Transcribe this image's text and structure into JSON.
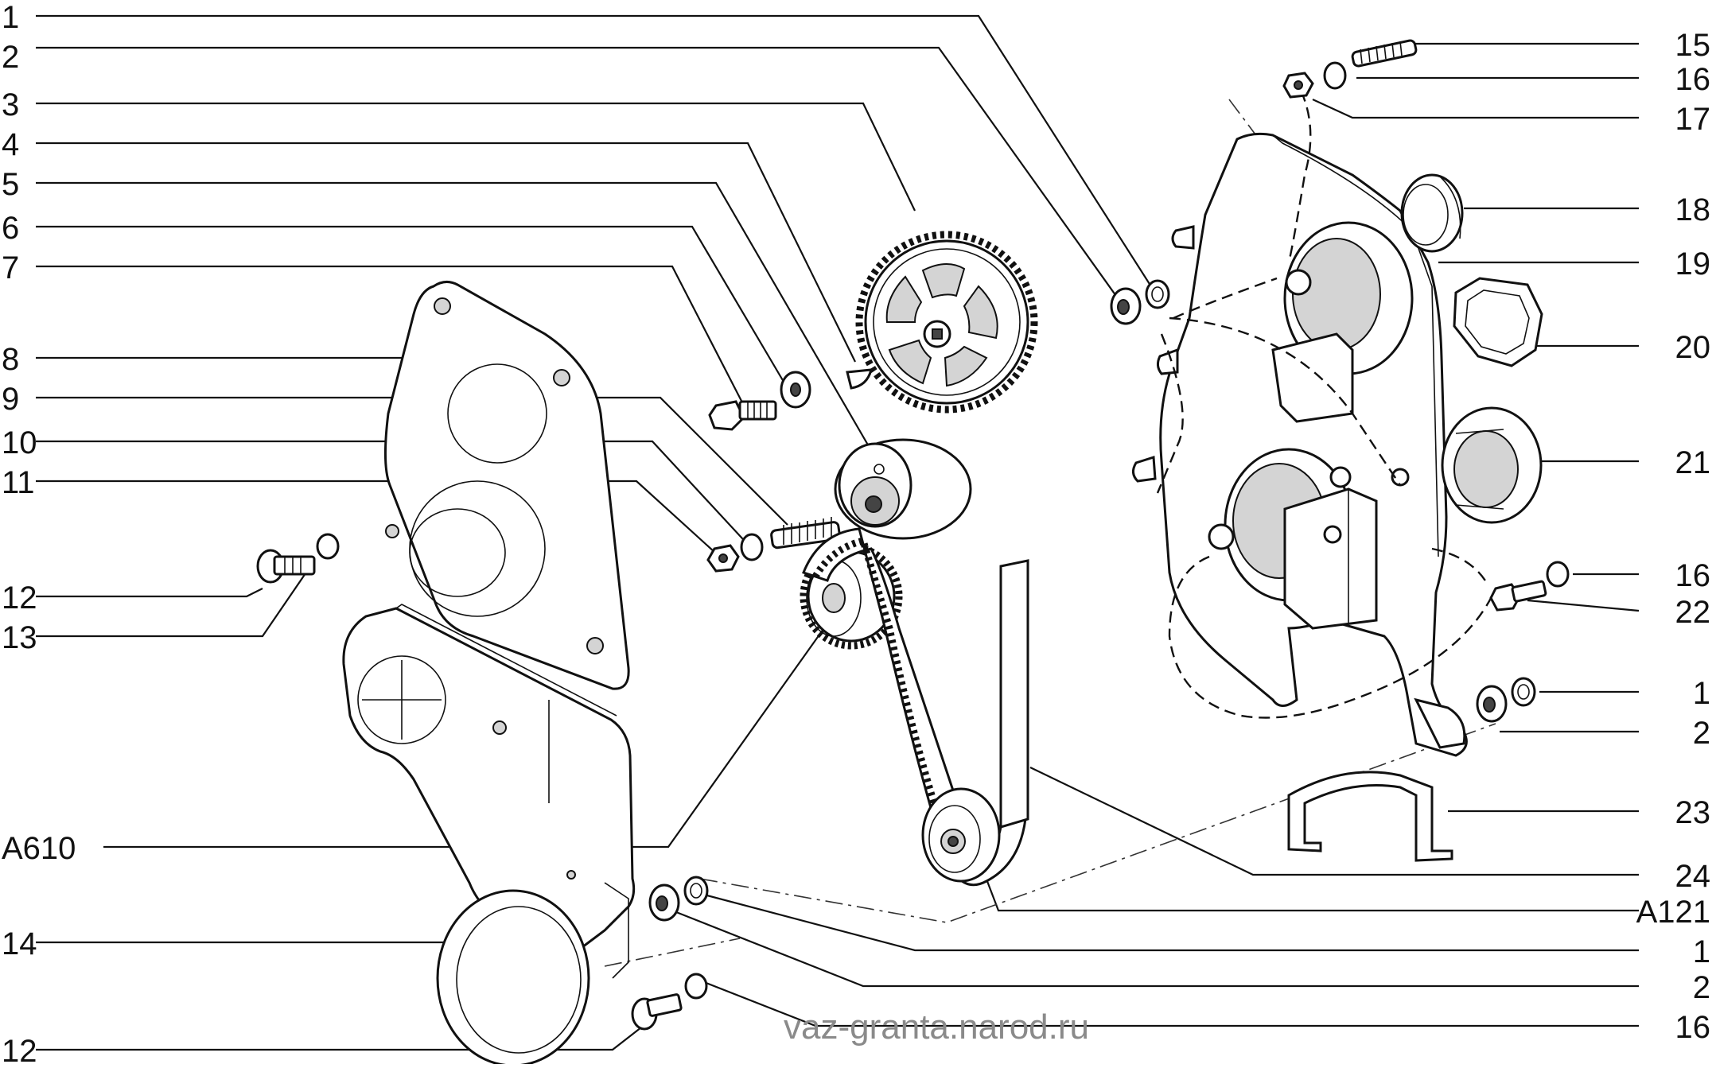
{
  "diagram": {
    "watermark": "vaz-granta.narod.ru",
    "callouts_left": [
      "1",
      "2",
      "3",
      "4",
      "5",
      "6",
      "7",
      "8",
      "9",
      "10",
      "11",
      "12",
      "13",
      "A610",
      "14",
      "12"
    ],
    "callouts_right": [
      "15",
      "16",
      "17",
      "18",
      "19",
      "20",
      "21",
      "16",
      "22",
      "1",
      "2",
      "23",
      "24",
      "A121",
      "1",
      "2",
      "16"
    ]
  }
}
